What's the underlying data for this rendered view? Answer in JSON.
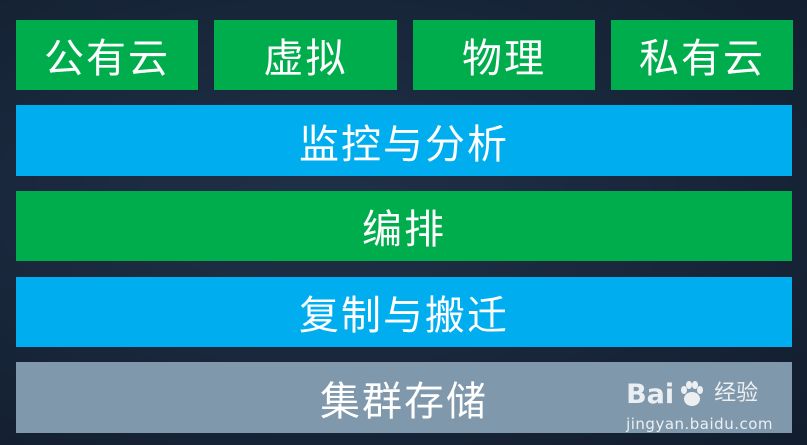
{
  "top_row": [
    "公有云",
    "虚拟",
    "物理",
    "私有云"
  ],
  "layers": [
    {
      "label": "监控与分析",
      "color": "#00aeef"
    },
    {
      "label": "编排",
      "color": "#00ad4d"
    },
    {
      "label": "复制与搬迁",
      "color": "#00aeef"
    },
    {
      "label": "集群存储",
      "color": "#7f98ab"
    }
  ],
  "colors": {
    "green": "#00ad4d",
    "blue": "#00aeef",
    "gray": "#7f98ab"
  },
  "watermark": {
    "brand_left": "Bai",
    "brand_right": "经验",
    "url": "jingyan.baidu.com"
  }
}
